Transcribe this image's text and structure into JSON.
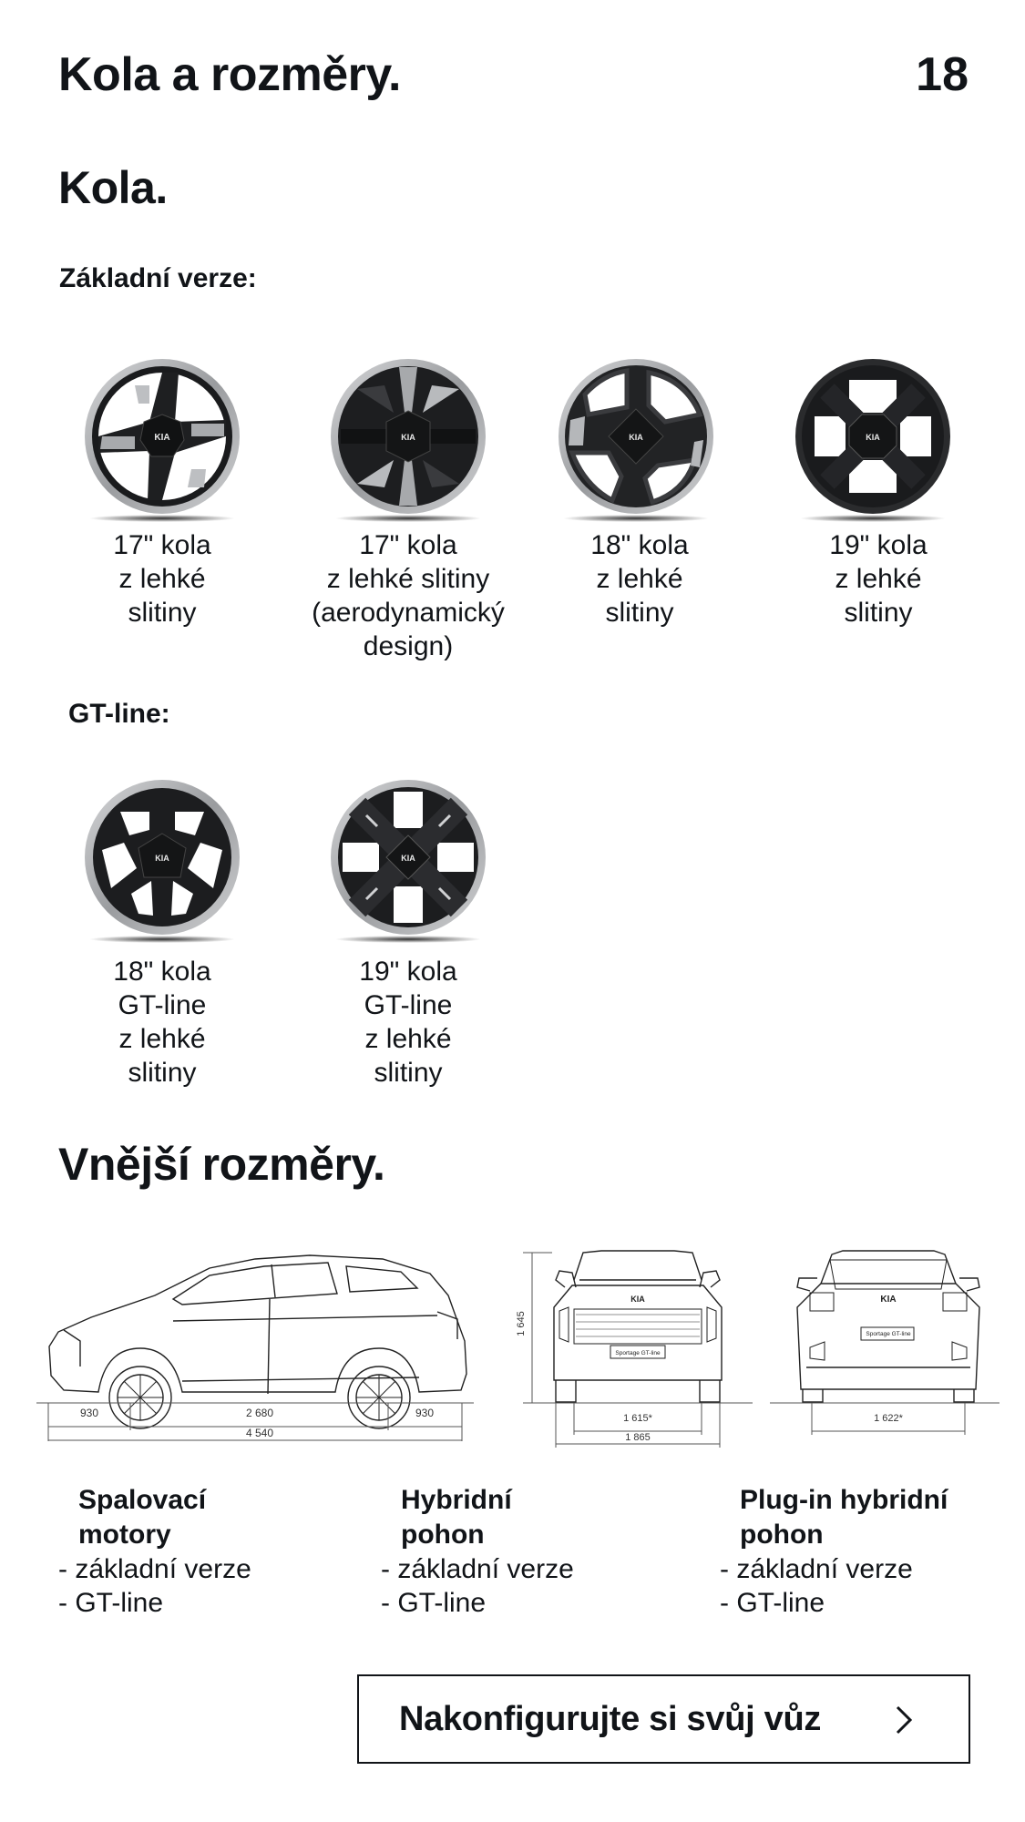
{
  "header": {
    "title": "Kola a rozměry.",
    "page_number": "18"
  },
  "wheels_section": {
    "title": "Kola.",
    "groups": [
      {
        "label": "Základní verze:",
        "items": [
          {
            "lines": [
              "17\" kola",
              "z lehké",
              "slitiny"
            ],
            "icon": "wheel-17-alloy"
          },
          {
            "lines": [
              "17\" kola",
              "z lehké slitiny",
              "(aerodynamický",
              "design)"
            ],
            "icon": "wheel-17-aero"
          },
          {
            "lines": [
              "18\" kola",
              "z lehké",
              "slitiny"
            ],
            "icon": "wheel-18-alloy"
          },
          {
            "lines": [
              "19\" kola",
              "z lehké",
              "slitiny"
            ],
            "icon": "wheel-19-alloy"
          }
        ]
      },
      {
        "label": "GT-line:",
        "items": [
          {
            "lines": [
              "18\" kola",
              "GT-line",
              "z lehké",
              "slitiny"
            ],
            "icon": "wheel-18-gtline"
          },
          {
            "lines": [
              "19\" kola",
              "GT-line",
              "z lehké",
              "slitiny"
            ],
            "icon": "wheel-19-gtline"
          }
        ]
      }
    ]
  },
  "dimensions_section": {
    "title": "Vnější rozměry.",
    "side_view": {
      "front_overhang": "930",
      "wheelbase": "2 680",
      "rear_overhang": "930",
      "length": "4 540"
    },
    "front_view": {
      "height": "1 645",
      "front_track": "1 615*",
      "width": "1 865",
      "plate": "Sportage GT-line"
    },
    "rear_view": {
      "rear_track": "1 622*",
      "plate": "Sportage GT-line"
    }
  },
  "legend": [
    {
      "heading": [
        "Spalovací",
        "motory"
      ],
      "items": [
        "- základní verze",
        "- GT-line"
      ]
    },
    {
      "heading": [
        "Hybridní",
        "pohon"
      ],
      "items": [
        "- základní verze",
        "- GT-line"
      ]
    },
    {
      "heading": [
        "Plug-in hybridní",
        "pohon"
      ],
      "items": [
        "- základní verze",
        "- GT-line"
      ]
    }
  ],
  "cta": {
    "label": "Nakonfigurujte si svůj vůz",
    "icon": "chevron-right-icon"
  },
  "colors": {
    "text": "#111418",
    "rim_silver": "#b9bbbe",
    "rim_dark": "#1a1b1d",
    "line": "#333333"
  }
}
